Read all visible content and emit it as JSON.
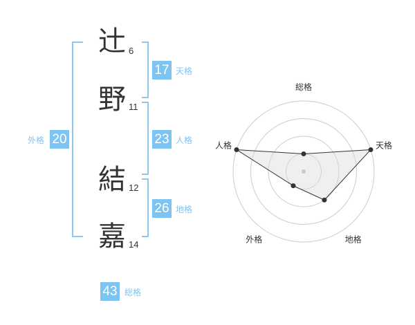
{
  "name": {
    "characters": [
      {
        "char": "辻",
        "strokes": "6"
      },
      {
        "char": "野",
        "strokes": "11"
      },
      {
        "char": "結",
        "strokes": "12"
      },
      {
        "char": "嘉",
        "strokes": "14"
      }
    ]
  },
  "fortune": {
    "tenkaku": {
      "label": "天格",
      "value": "17"
    },
    "jinkaku": {
      "label": "人格",
      "value": "23"
    },
    "chikaku": {
      "label": "地格",
      "value": "26"
    },
    "gaikaku": {
      "label": "外格",
      "value": "20"
    },
    "soukaku": {
      "label": "総格",
      "value": "43"
    }
  },
  "colors": {
    "accent": "#7ec4f2",
    "bracket": "#8cc8f0",
    "text": "#333333",
    "grid": "#cccccc"
  },
  "chart_data": {
    "type": "radar",
    "axes": [
      "総格",
      "天格",
      "地格",
      "外格",
      "人格"
    ],
    "scale_levels": 4,
    "values": [
      1,
      4,
      2,
      1,
      4
    ],
    "max": 4,
    "grid": true
  }
}
